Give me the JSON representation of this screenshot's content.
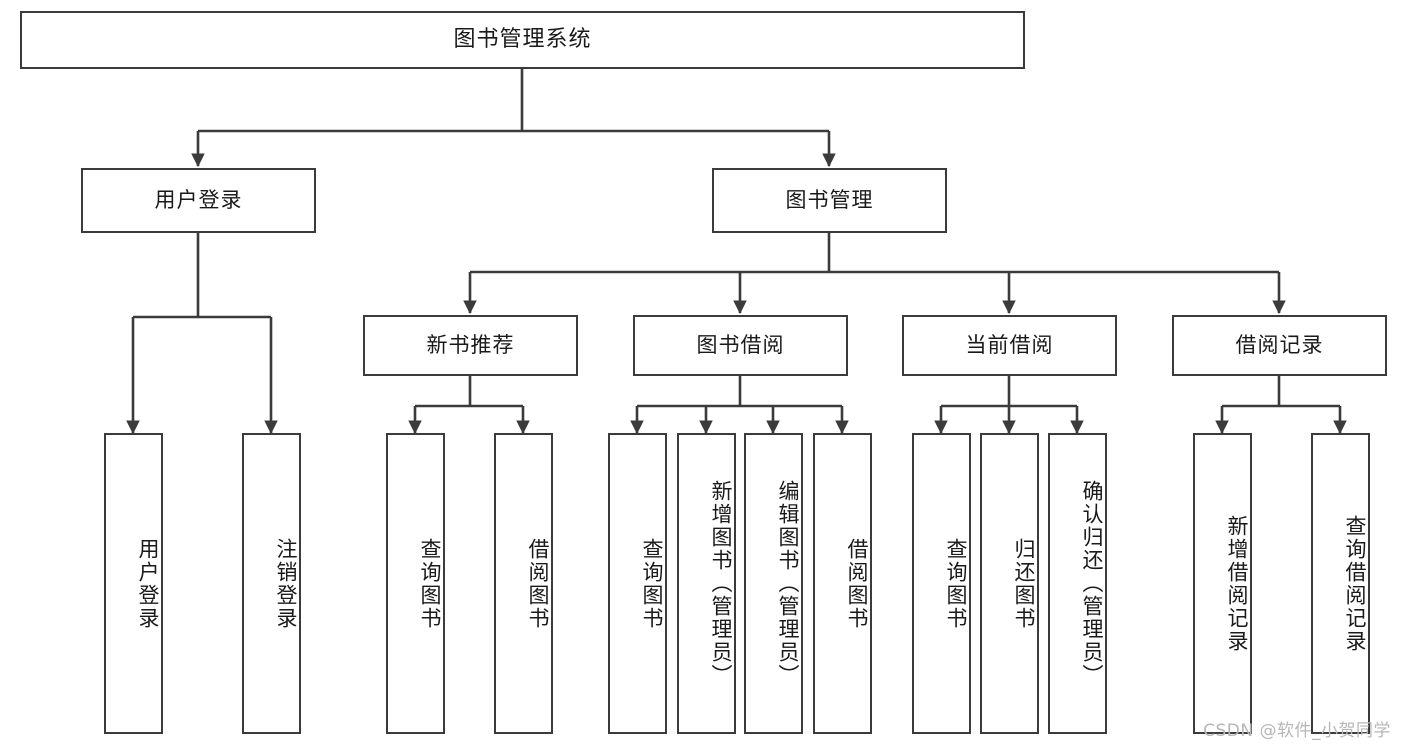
{
  "diagram": {
    "type": "tree",
    "title": "图书管理系统",
    "orientation": "top-down",
    "colors": {
      "box_border": "#3b3b3b",
      "box_fill": "#ffffff",
      "edge": "#3b3b3b",
      "text": "#1a1a1a",
      "watermark": "#b7b7b7",
      "background": "#ffffff"
    }
  },
  "watermark": {
    "text": "CSDN @软件_小贺同学"
  },
  "root": {
    "label": "图书管理系统"
  },
  "level1": [
    {
      "id": "user-login",
      "label": "用户登录"
    },
    {
      "id": "book-manage",
      "label": "图书管理"
    }
  ],
  "level2": [
    {
      "id": "new-book-recommend",
      "label": "新书推荐",
      "parent": "book-manage"
    },
    {
      "id": "book-borrow",
      "label": "图书借阅",
      "parent": "book-manage"
    },
    {
      "id": "current-borrow",
      "label": "当前借阅",
      "parent": "book-manage"
    },
    {
      "id": "borrow-record",
      "label": "借阅记录",
      "parent": "book-manage"
    }
  ],
  "leaves": {
    "user_login": [
      {
        "id": "leaf-user-login",
        "label": "用户登录"
      },
      {
        "id": "leaf-user-logout",
        "label": "注销登录"
      }
    ],
    "new_book_recommend": [
      {
        "id": "leaf-query-book-1",
        "label": "查询图书"
      },
      {
        "id": "leaf-borrow-book-1",
        "label": "借阅图书"
      }
    ],
    "book_borrow": [
      {
        "id": "leaf-query-book-2",
        "label": "查询图书"
      },
      {
        "id": "leaf-add-book",
        "label": "新增图书（管理员）"
      },
      {
        "id": "leaf-edit-book",
        "label": "编辑图书（管理员）"
      },
      {
        "id": "leaf-borrow-book-2",
        "label": "借阅图书"
      }
    ],
    "current_borrow": [
      {
        "id": "leaf-query-book-3",
        "label": "查询图书"
      },
      {
        "id": "leaf-return-book",
        "label": "归还图书"
      },
      {
        "id": "leaf-confirm-return",
        "label": "确认归还（管理员）"
      }
    ],
    "borrow_record": [
      {
        "id": "leaf-add-record",
        "label": "新增借阅记录"
      },
      {
        "id": "leaf-query-record",
        "label": "查询借阅记录"
      }
    ]
  }
}
